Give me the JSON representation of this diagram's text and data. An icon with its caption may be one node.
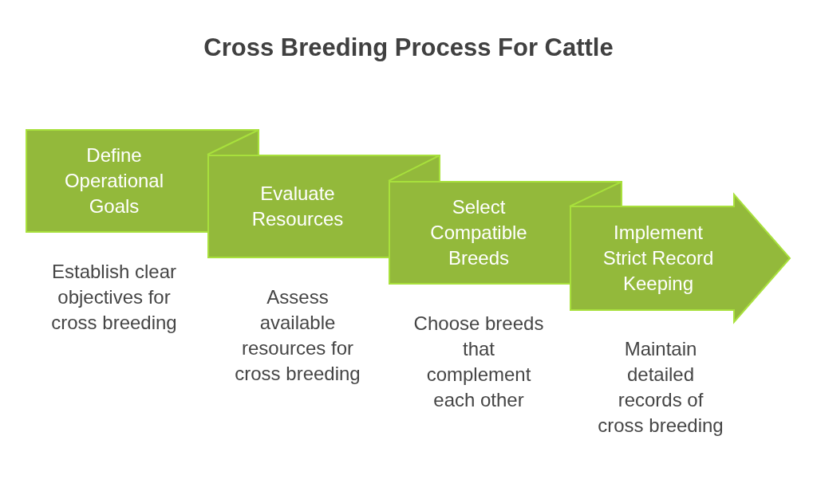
{
  "diagram": {
    "title": "Cross Breeding Process For Cattle",
    "nodes": [
      {
        "text": [
          "Define Operational Goals"
        ],
        "beside": [
          "Establish clear objectives for cross breeding"
        ]
      },
      {
        "text": [
          "Evaluate Resources"
        ],
        "beside": [
          "Assess available resources for cross breeding"
        ]
      },
      {
        "text": [
          "Select Compatible Breeds"
        ],
        "beside": [
          "Choose breeds that complement each other"
        ]
      },
      {
        "text": [
          "Implement Strict Record Keeping"
        ],
        "beside": [
          "Maintain detailed records of cross breeding"
        ]
      }
    ]
  }
}
